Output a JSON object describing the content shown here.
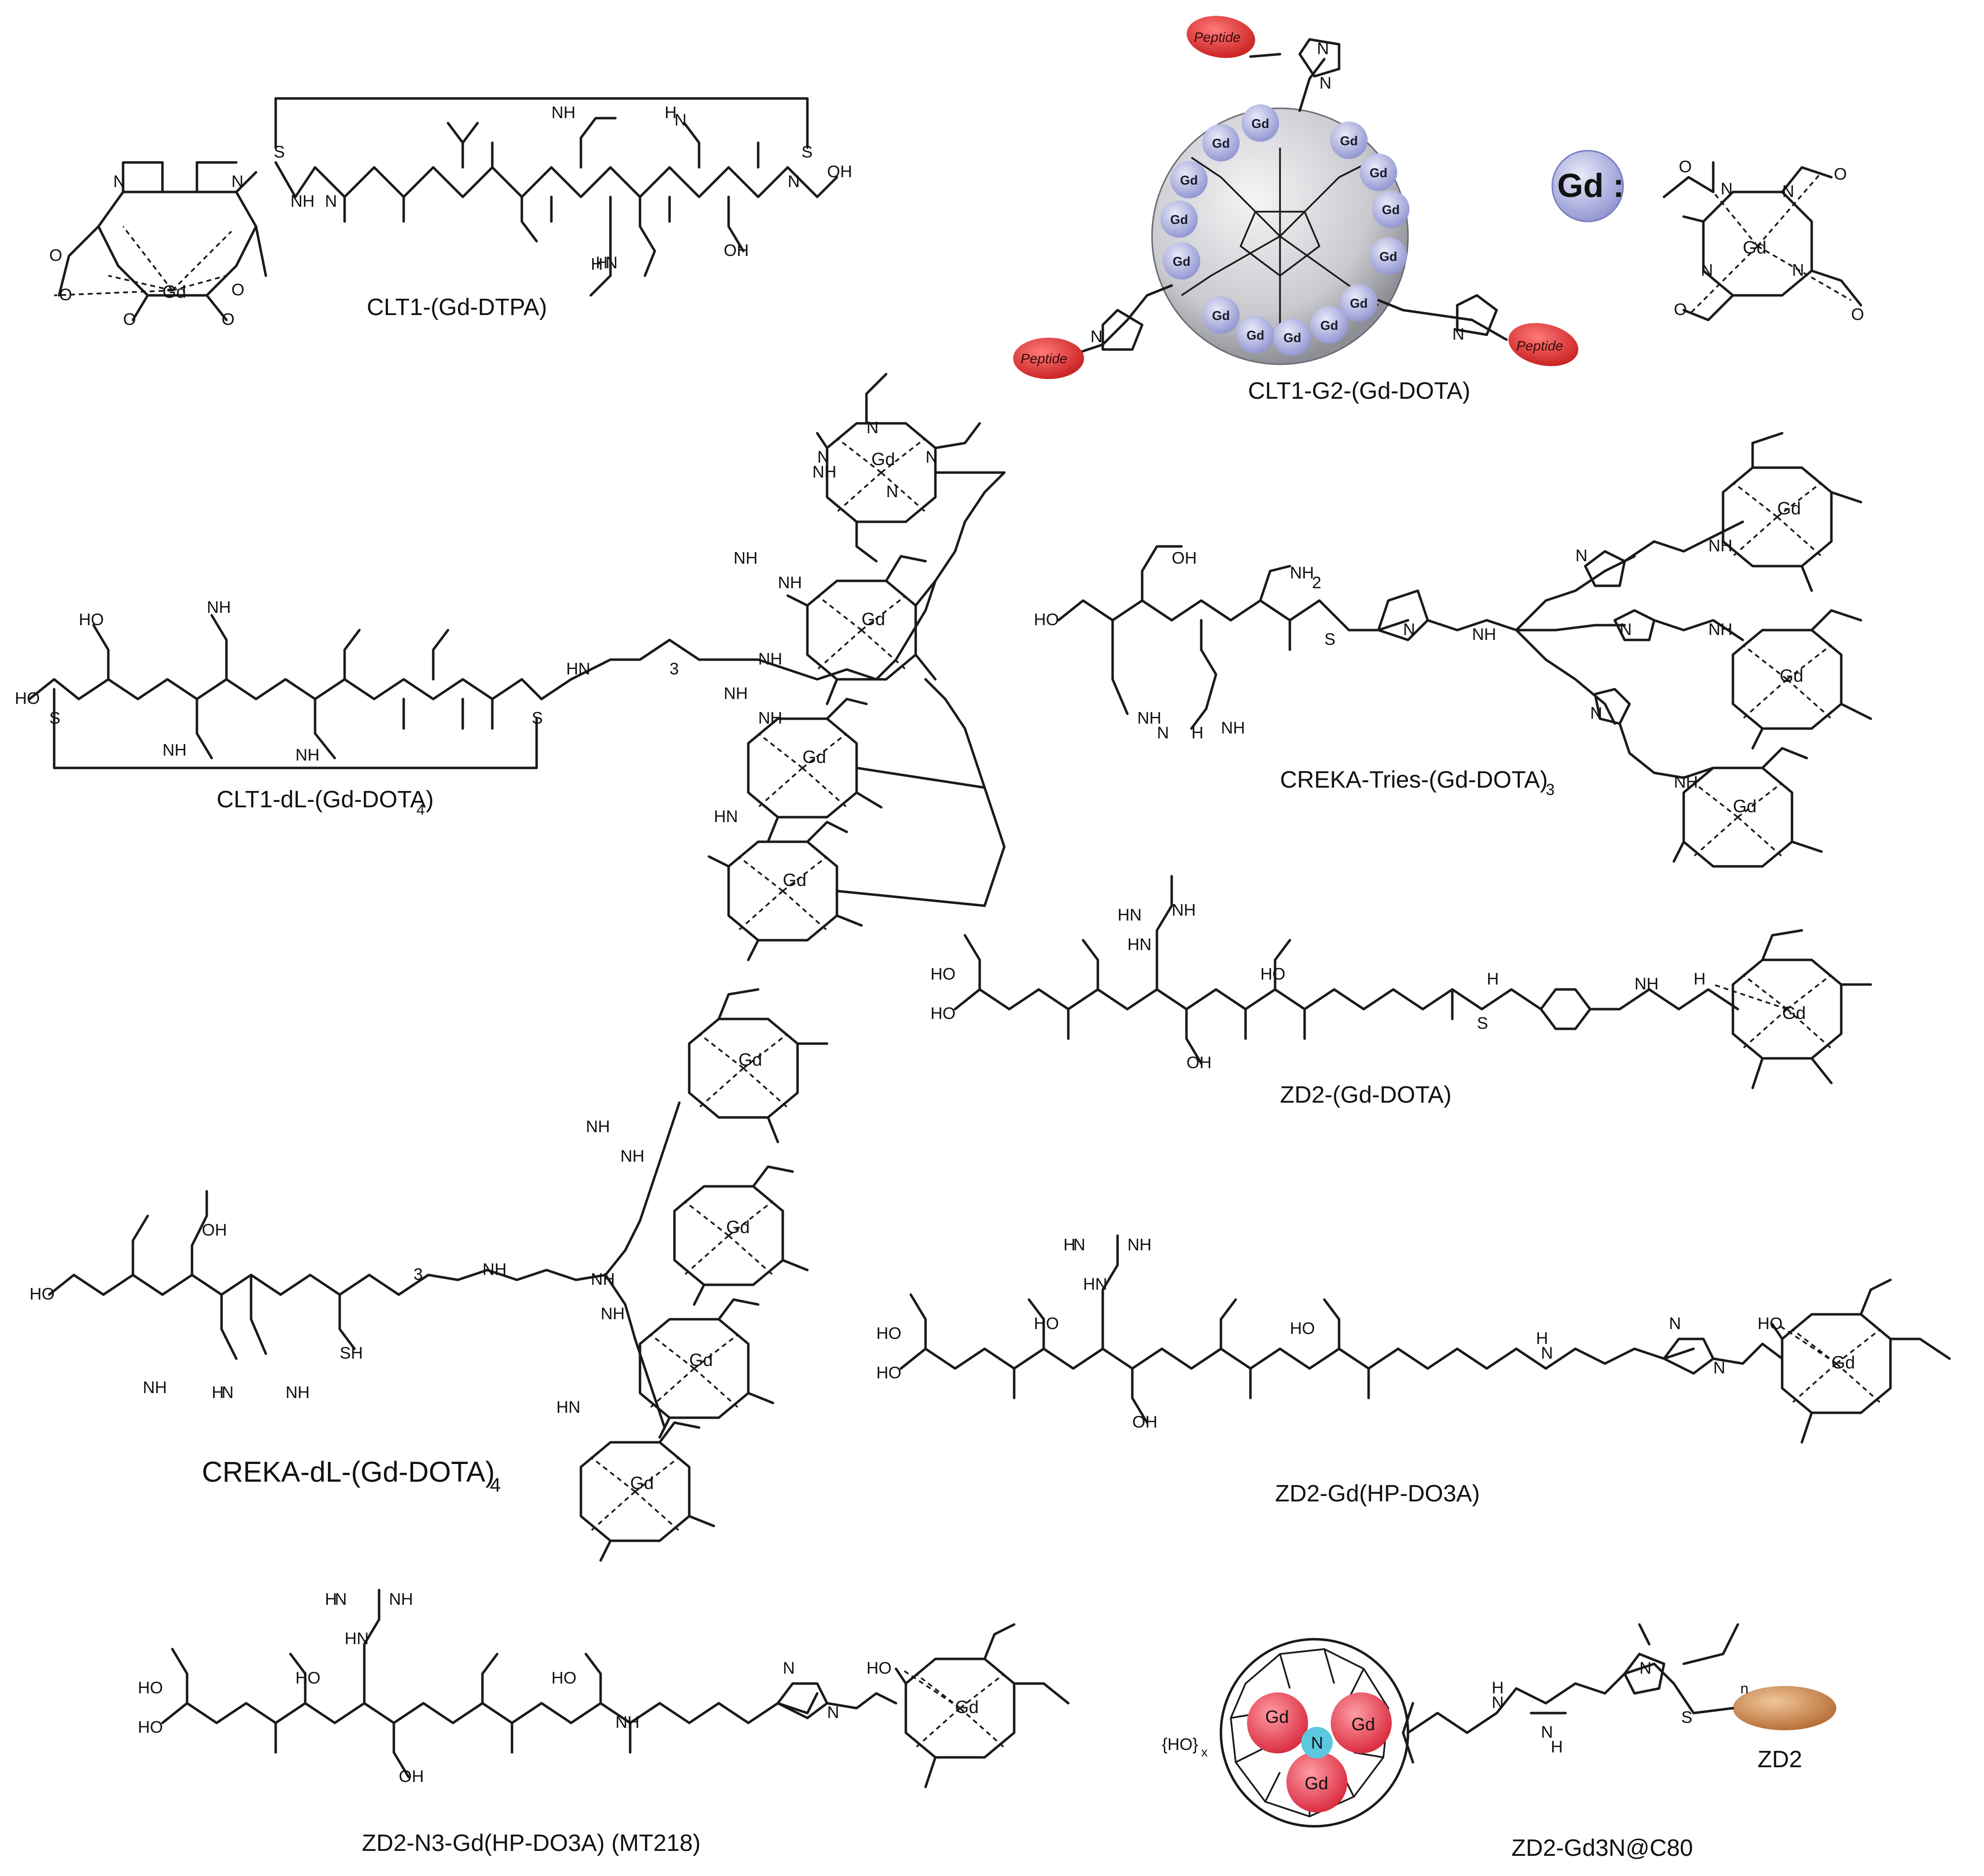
{
  "atoms": {
    "gd": "Gd",
    "n": "N",
    "o": "O",
    "s": "S",
    "oh": "OH",
    "ho": "HO",
    "nh": "NH",
    "nh2": "NH",
    "h2n": "H",
    "h": "H",
    "sh": "SH"
  },
  "labels": {
    "clt1_gd_dtpa": "CLT1-(Gd-DTPA)",
    "clt1_g2_gd_dota": "CLT1-G2-(Gd-DOTA)",
    "clt1_dl_gd_dota4": "CLT1-dL-(Gd-DOTA)",
    "clt1_dl_sub": "4",
    "creka_tries": "CREKA-Tries-(Gd-DOTA)",
    "creka_tries_sub": "3",
    "zd2_gd_dota": "ZD2-(Gd-DOTA)",
    "creka_dl": "CREKA-dL-(Gd-DOTA)",
    "creka_dl_sub": "4",
    "zd2_gd_hpdo3a": "ZD2-Gd(HP-DO3A)",
    "zd2_n3": "ZD2-N3-Gd(HP-DO3A) (MT218)",
    "zd2_gd3n": "ZD2-Gd3N@C80",
    "gd_legend": "Gd :",
    "peptide": "Peptide",
    "zd2": "ZD2",
    "hox": "{HO}",
    "hox_sub": "x",
    "sub3": "3",
    "n_sub": "n",
    "h2_sub": "2"
  },
  "colors": {
    "gd_badge": "#9fa3d8",
    "peptide": "#e03a3a",
    "fullerene_gd": "#e03a44",
    "fullerene_n": "#5bc8e0",
    "zd2_ellipse": "#c8804a",
    "dendrimer": "#c8c8cc"
  }
}
